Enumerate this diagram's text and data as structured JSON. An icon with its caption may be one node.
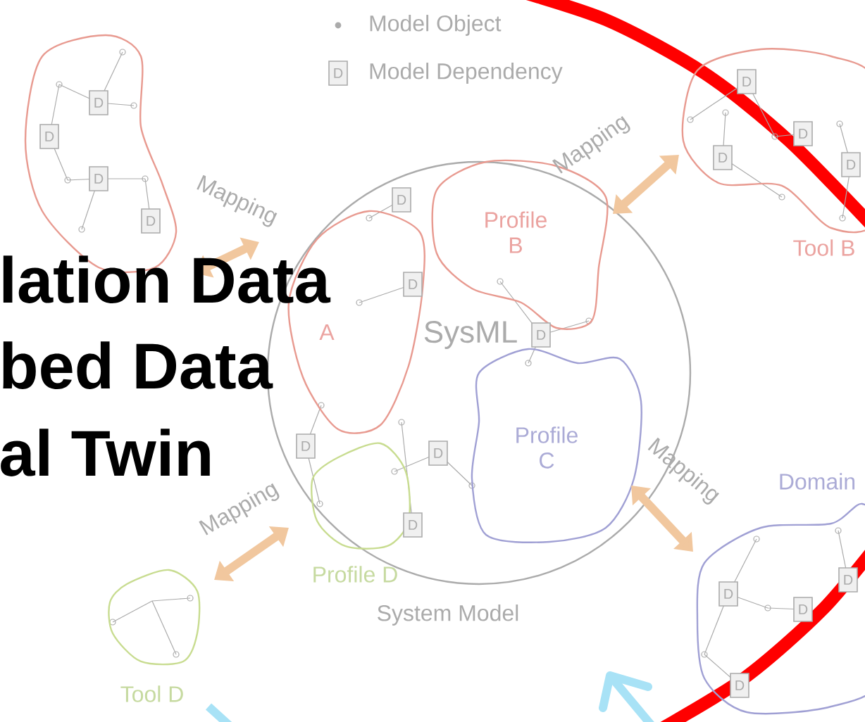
{
  "diagram": {
    "nodes": [
      {
        "text": [
          "SysML"
        ],
        "beside": [
          "System Model"
        ]
      },
      {
        "text": [
          "A"
        ],
        "in": 0
      },
      {
        "text": [
          "Profile B"
        ],
        "in": 0
      },
      {
        "text": [
          "Profile C"
        ],
        "in": 0
      },
      {
        "text": [
          "Profile D"
        ],
        "in": 0
      },
      {
        "text": [],
        "shape": "cloud"
      },
      {
        "text": [
          "Tool B"
        ]
      },
      {
        "text": [
          "Domain"
        ]
      },
      {
        "text": [
          "Tool D"
        ]
      }
    ],
    "edges": [
      {
        "from": 1,
        "to": 5,
        "arrow": "both",
        "label": "Mapping"
      },
      {
        "from": 2,
        "to": 6,
        "arrow": "both",
        "label": "Mapping"
      },
      {
        "from": 3,
        "to": 7,
        "arrow": "both",
        "label": "Mapping"
      },
      {
        "from": 4,
        "to": 8,
        "arrow": "both",
        "label": "Mapping"
      }
    ],
    "labels": [
      "lation Data",
      "bed Data",
      "al Twin",
      "D",
      "D",
      "D",
      "D",
      "D",
      "D",
      "D",
      "D",
      "D",
      "D",
      "D",
      "D",
      "D",
      "D",
      "D",
      "D",
      "D",
      "D",
      "D"
    ],
    "legend": [
      {
        "text": "Model Object"
      },
      {
        "text": "Model Dependency"
      }
    ]
  }
}
